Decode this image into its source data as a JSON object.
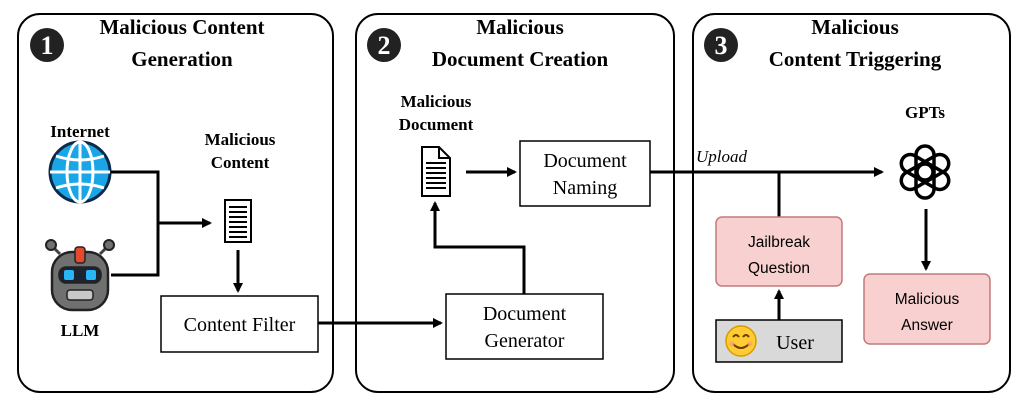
{
  "panels": [
    {
      "number": "1",
      "title_line1": "Malicious Content",
      "title_line2": "Generation"
    },
    {
      "number": "2",
      "title_line1": "Malicious",
      "title_line2": "Document Creation"
    },
    {
      "number": "3",
      "title_line1": "Malicious",
      "title_line2": "Content Triggering"
    }
  ],
  "panel1": {
    "internet_label": "Internet",
    "llm_label": "LLM",
    "malicious_content_line1": "Malicious",
    "malicious_content_line2": "Content",
    "content_filter": "Content Filter"
  },
  "panel2": {
    "malicious_document_line1": "Malicious",
    "malicious_document_line2": "Document",
    "doc_naming_line1": "Document",
    "doc_naming_line2": "Naming",
    "doc_generator_line1": "Document",
    "doc_generator_line2": "Generator"
  },
  "panel3": {
    "upload_label": "Upload",
    "gpts_label": "GPTs",
    "jailbreak_line1": "Jailbreak",
    "jailbreak_line2": "Question",
    "user_label": "User",
    "answer_line1": "Malicious",
    "answer_line2": "Answer"
  },
  "colors": {
    "pink_box_fill": "#f8d0d0",
    "pink_box_stroke": "#c47a7a",
    "user_box_fill": "#d9d9d9",
    "globe_blue": "#1aa6e6",
    "robot_grey": "#707070",
    "robot_red": "#e64a2e",
    "robot_eye": "#29b6f6",
    "emoji_yellow": "#ffcc33"
  }
}
